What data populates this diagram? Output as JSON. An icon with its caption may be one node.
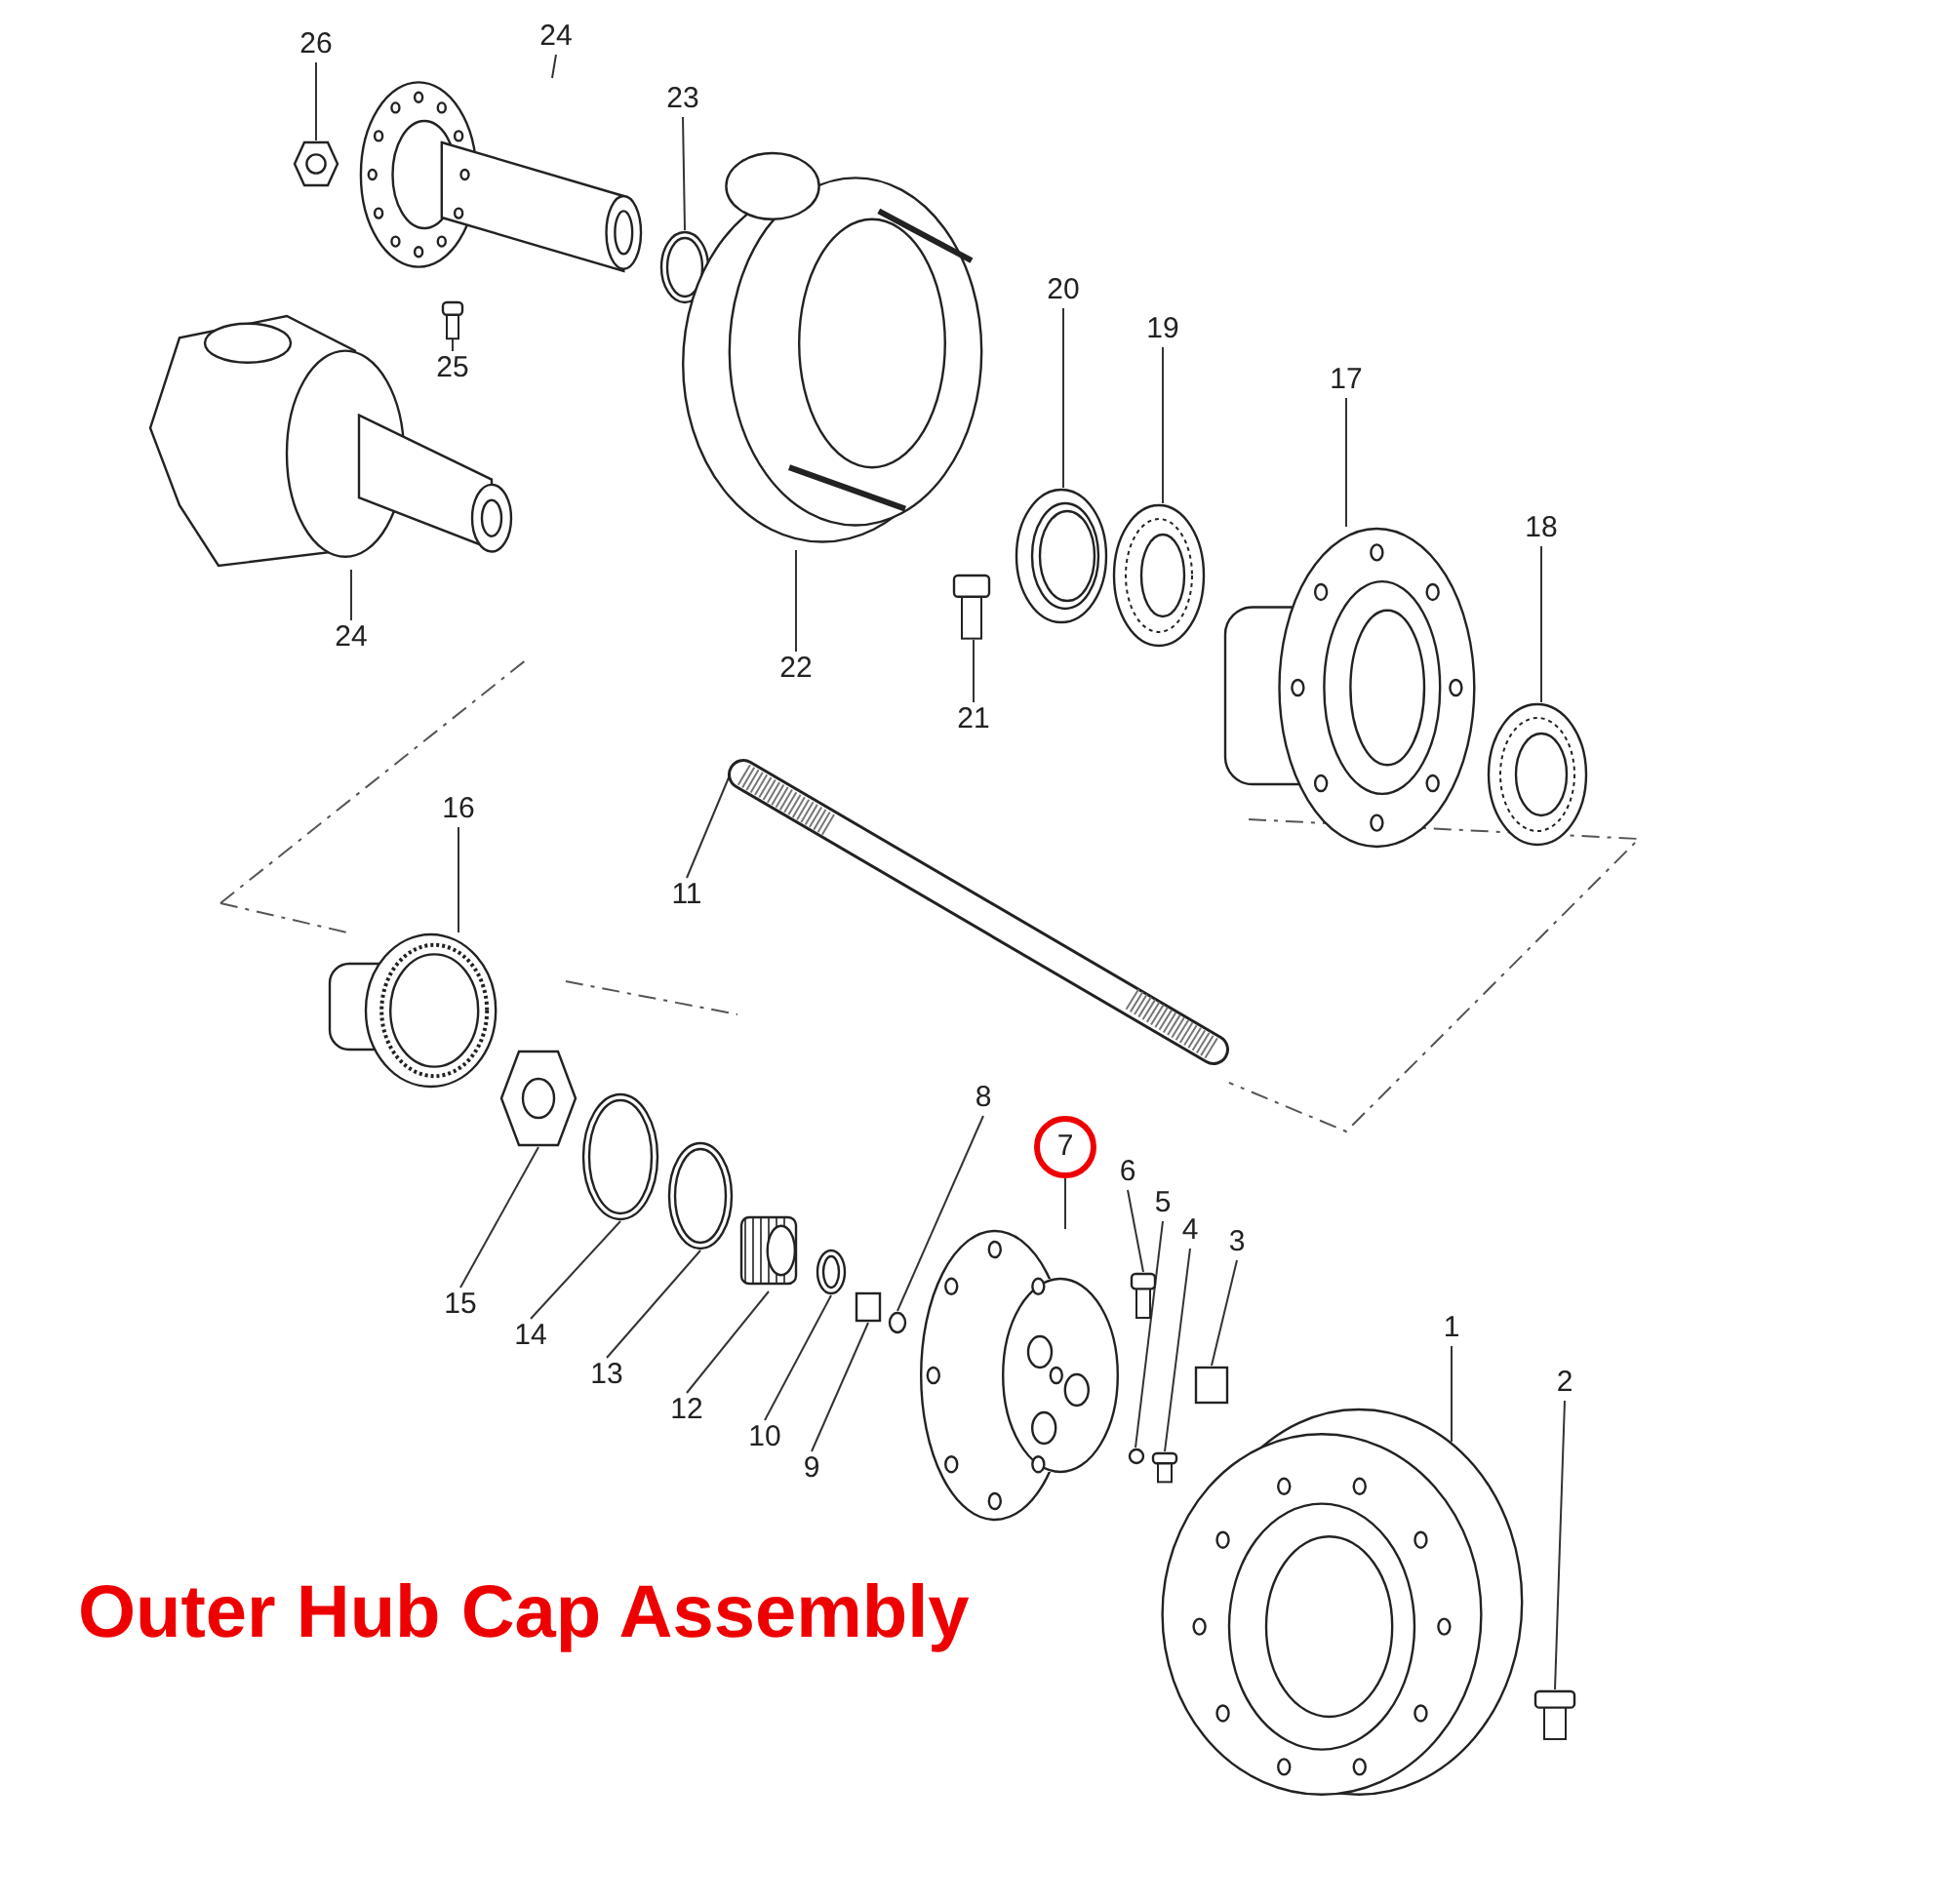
{
  "diagram": {
    "title": "Outer Hub Cap Assembly",
    "nodes": [
      {
        "text": [
          "26"
        ]
      },
      {
        "text": [
          "24"
        ]
      },
      {
        "text": [
          "23"
        ]
      },
      {
        "text": [
          "20"
        ]
      },
      {
        "text": [
          "19"
        ]
      },
      {
        "text": [
          "17"
        ]
      },
      {
        "text": [
          "25"
        ]
      },
      {
        "text": [
          "18"
        ]
      },
      {
        "text": [
          "24"
        ]
      },
      {
        "text": [
          "22"
        ]
      },
      {
        "text": [
          "21"
        ]
      },
      {
        "text": [
          "16"
        ]
      },
      {
        "text": [
          "11"
        ]
      },
      {
        "text": [
          "8"
        ]
      },
      {
        "text": [
          "7"
        ]
      },
      {
        "text": [
          "6"
        ]
      },
      {
        "text": [
          "5"
        ]
      },
      {
        "text": [
          "4"
        ]
      },
      {
        "text": [
          "3"
        ]
      },
      {
        "text": [
          "1"
        ]
      },
      {
        "text": [
          "2"
        ]
      },
      {
        "text": [
          "15"
        ]
      },
      {
        "text": [
          "14"
        ]
      },
      {
        "text": [
          "13"
        ]
      },
      {
        "text": [
          "12"
        ]
      },
      {
        "text": [
          "10"
        ]
      },
      {
        "text": [
          "9"
        ]
      },
      {
        "text": [],
        "shape": "picture"
      },
      {
        "text": [],
        "shape": "picture"
      },
      {
        "text": [],
        "shape": "picture"
      },
      {
        "text": [],
        "shape": "picture"
      },
      {
        "text": [],
        "shape": "picture"
      },
      {
        "text": [],
        "shape": "picture"
      },
      {
        "text": [],
        "shape": "picture"
      },
      {
        "text": [],
        "shape": "picture"
      },
      {
        "text": [],
        "shape": "picture"
      },
      {
        "text": [],
        "shape": "picture"
      },
      {
        "text": [],
        "shape": "picture"
      },
      {
        "text": [],
        "shape": "picture"
      },
      {
        "text": [],
        "shape": "picture"
      },
      {
        "text": [],
        "shape": "circle"
      },
      {
        "text": [],
        "shape": "picture"
      },
      {
        "text": [],
        "shape": "picture"
      },
      {
        "text": [],
        "shape": "circle"
      },
      {
        "text": [],
        "shape": "picture"
      },
      {
        "text": [],
        "shape": "box"
      },
      {
        "text": [],
        "shape": "picture"
      },
      {
        "text": [],
        "shape": "picture"
      },
      {
        "text": [],
        "shape": "picture"
      },
      {
        "text": [],
        "shape": "picture"
      },
      {
        "text": [],
        "shape": "picture"
      },
      {
        "text": [],
        "shape": "picture"
      },
      {
        "text": [],
        "shape": "picture"
      },
      {
        "text": [],
        "shape": "box"
      }
    ],
    "edges": [
      {
        "from": 0,
        "to": 27,
        "arrow": "none"
      },
      {
        "from": 1,
        "to": 28,
        "arrow": "none"
      },
      {
        "from": 2,
        "to": 29,
        "arrow": "none"
      },
      {
        "from": 3,
        "to": 30,
        "arrow": "none"
      },
      {
        "from": 4,
        "to": 31,
        "arrow": "none"
      },
      {
        "from": 5,
        "to": 32,
        "arrow": "none"
      },
      {
        "from": 6,
        "to": 33,
        "arrow": "none"
      },
      {
        "from": 7,
        "to": 34,
        "arrow": "none"
      },
      {
        "from": 8,
        "to": 35,
        "arrow": "none"
      },
      {
        "from": 9,
        "to": 36,
        "arrow": "none"
      },
      {
        "from": 10,
        "to": 37,
        "arrow": "none"
      },
      {
        "from": 11,
        "to": 38,
        "arrow": "none"
      },
      {
        "from": 12,
        "to": 39,
        "arrow": "none"
      },
      {
        "from": 13,
        "to": 40,
        "arrow": "none"
      },
      {
        "from": 14,
        "to": 41,
        "arrow": "none"
      },
      {
        "from": 15,
        "to": 42,
        "arrow": "none"
      },
      {
        "from": 16,
        "to": 43,
        "arrow": "none"
      },
      {
        "from": 17,
        "to": 44,
        "arrow": "none"
      },
      {
        "from": 18,
        "to": 45,
        "arrow": "none"
      },
      {
        "from": 19,
        "to": 46,
        "arrow": "none"
      },
      {
        "from": 20,
        "to": 47,
        "arrow": "none"
      },
      {
        "from": 21,
        "to": 48,
        "arrow": "none"
      },
      {
        "from": 22,
        "to": 49,
        "arrow": "none"
      },
      {
        "from": 23,
        "to": 50,
        "arrow": "none"
      },
      {
        "from": 24,
        "to": 51,
        "arrow": "none"
      },
      {
        "from": 25,
        "to": 52,
        "arrow": "none"
      },
      {
        "from": 26,
        "to": 53,
        "arrow": "none"
      }
    ]
  }
}
